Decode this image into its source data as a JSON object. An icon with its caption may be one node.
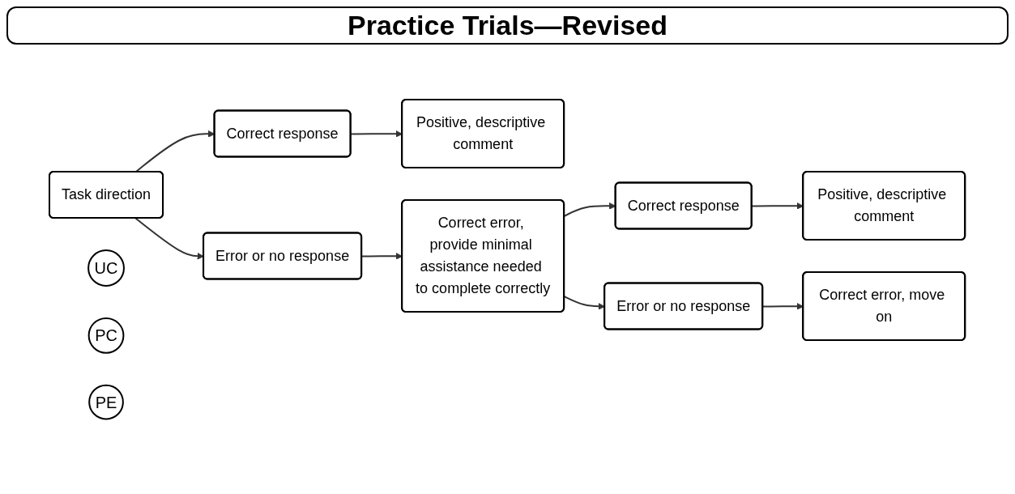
{
  "diagram": {
    "title": "Practice Trials—Revised",
    "nodes": [
      {
        "text": [
          "Task direction"
        ]
      },
      {
        "text": [
          "Correct response"
        ]
      },
      {
        "text": [
          "UC"
        ]
      },
      {
        "text": [
          "Positive, descriptive comment"
        ]
      },
      {
        "text": [
          "Error or no response"
        ]
      },
      {
        "text": [
          "Correct error, provide minimal assistance needed to complete correctly"
        ]
      },
      {
        "text": [
          "Correct response"
        ]
      },
      {
        "text": [
          "PC"
        ]
      },
      {
        "text": [
          "Positive, descriptive comment"
        ]
      },
      {
        "text": [
          "Error or no response"
        ]
      },
      {
        "text": [
          "PE"
        ]
      },
      {
        "text": [
          "Correct error, move on"
        ]
      }
    ],
    "edges": [
      {
        "from": 0,
        "to": 1,
        "arrow": "to"
      },
      {
        "from": 0,
        "to": 4,
        "arrow": "to"
      },
      {
        "from": 1,
        "to": 3,
        "arrow": "to"
      },
      {
        "from": 4,
        "to": 5,
        "arrow": "to"
      },
      {
        "from": 5,
        "to": 6,
        "arrow": "to"
      },
      {
        "from": 5,
        "to": 9,
        "arrow": "to"
      },
      {
        "from": 6,
        "to": 8,
        "arrow": "to"
      },
      {
        "from": 9,
        "to": 11,
        "arrow": "to"
      }
    ]
  }
}
